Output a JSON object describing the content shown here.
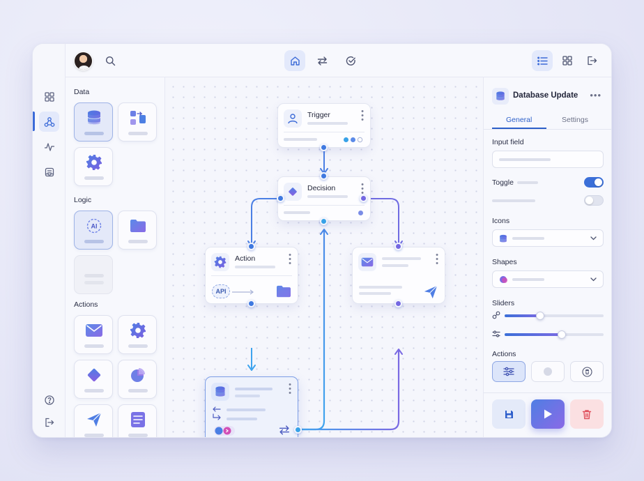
{
  "colors": {
    "accent": "#3b6fd8",
    "purple": "#7a6ae3",
    "danger_bg": "#fbe0e2",
    "danger_icon": "#e0505c"
  },
  "rail": {
    "items": [
      {
        "icon": "grid-icon",
        "active": false
      },
      {
        "icon": "flow-nodes-icon",
        "active": true
      },
      {
        "icon": "activity-icon",
        "active": false
      },
      {
        "icon": "document-icon",
        "active": false
      }
    ],
    "bottom": [
      {
        "icon": "help-icon"
      },
      {
        "icon": "logout-icon"
      }
    ]
  },
  "topbar": {
    "left": [
      "avatar",
      "search-icon"
    ],
    "center": [
      {
        "icon": "home-icon",
        "active": true
      },
      {
        "icon": "swap-arrows-icon",
        "active": false
      },
      {
        "icon": "check-circle-icon",
        "active": false
      }
    ],
    "right": [
      {
        "icon": "list-icon",
        "active": true
      },
      {
        "icon": "grid-icon",
        "active": false
      },
      {
        "icon": "exit-icon",
        "active": false
      }
    ]
  },
  "palette": {
    "sections": [
      {
        "title": "Data",
        "tiles": [
          "database-icon",
          "transform-icon",
          "gear-icon"
        ]
      },
      {
        "title": "Logic",
        "tiles": [
          "ai-chip-icon",
          "folder-icon",
          "placeholder"
        ]
      },
      {
        "title": "Actions",
        "tiles": [
          "mail-icon",
          "gear-icon",
          "diamond-icon",
          "pie-chart-icon",
          "send-icon",
          "form-icon"
        ]
      }
    ]
  },
  "canvas": {
    "nodes": {
      "trigger": {
        "title": "Trigger"
      },
      "decision": {
        "title": "Decision"
      },
      "action": {
        "title": "Action",
        "chip": "API"
      },
      "email": {
        "title": ""
      },
      "database": {
        "title": ""
      }
    }
  },
  "inspector": {
    "title": "Database Update",
    "tabs": [
      "General",
      "Settings"
    ],
    "active_tab": "General",
    "sections": {
      "input_field": "Input field",
      "toggle": "Toggle",
      "icons": "Icons",
      "shapes": "Shapes",
      "sliders": "Sliders",
      "actions": "Actions"
    },
    "toggles": [
      true,
      false
    ],
    "sliders": [
      0.36,
      0.58
    ]
  }
}
